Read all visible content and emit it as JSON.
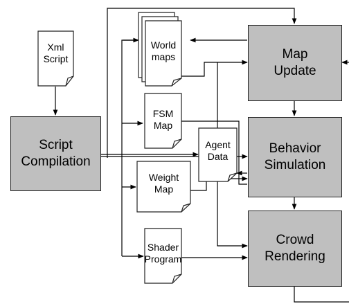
{
  "diagram": {
    "xml_script": "Xml\nScript",
    "script_compilation": "Script\nCompilation",
    "world_maps": "World\nmaps",
    "fsm_map": "FSM\nMap",
    "weight_map": "Weight\nMap",
    "shader_program": "Shader\nProgram",
    "agent_data": "Agent\nData",
    "map_update": "Map\nUpdate",
    "behavior_simulation": "Behavior\nSimulation",
    "crowd_rendering": "Crowd\nRendering"
  },
  "colors": {
    "process_fill": "#bfbfbf",
    "stroke": "#222222",
    "document_fill": "#ffffff"
  }
}
